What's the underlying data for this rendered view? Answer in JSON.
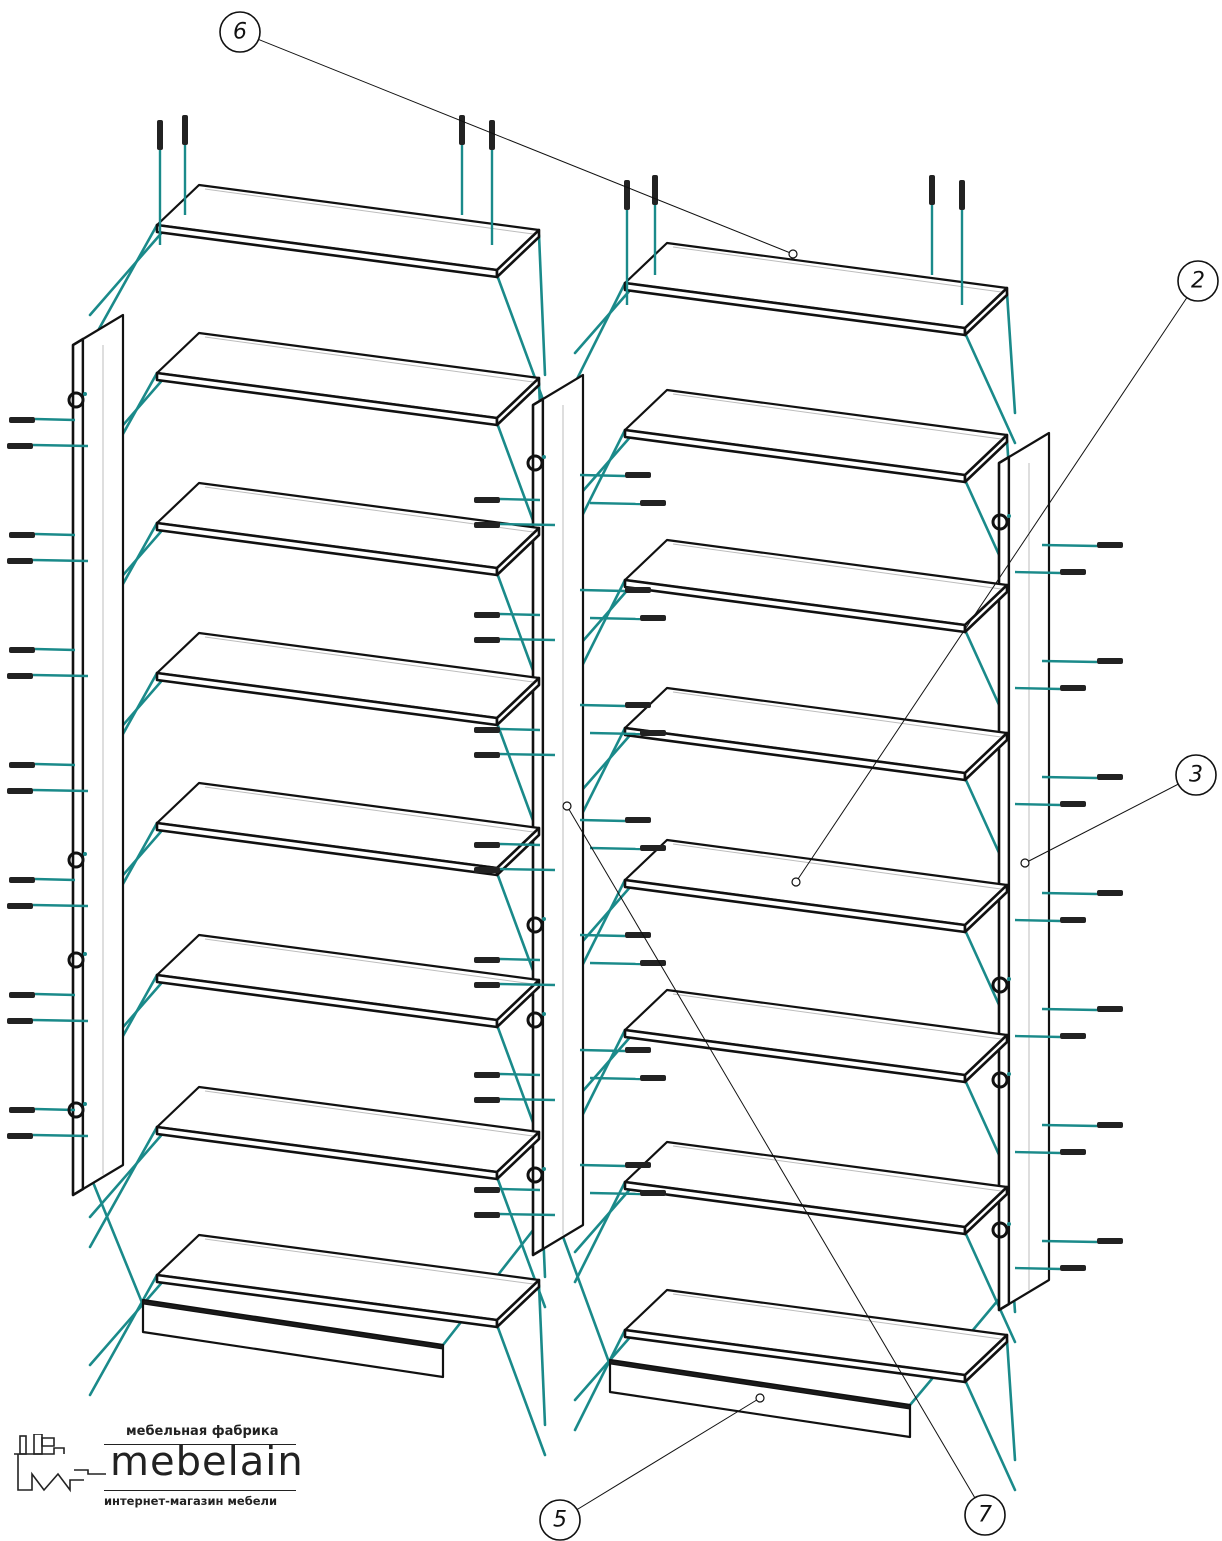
{
  "callouts": [
    {
      "id": "6",
      "label": "6"
    },
    {
      "id": "2",
      "label": "2"
    },
    {
      "id": "3",
      "label": "3"
    },
    {
      "id": "5",
      "label": "5"
    },
    {
      "id": "7",
      "label": "7"
    }
  ],
  "brand": {
    "tagline": "мебельная фабрика",
    "name": "mebelain",
    "subtitle": "интернет-магазин мебели"
  },
  "colors": {
    "connector": "#1a8a8a",
    "outline": "#111111"
  },
  "icons": [
    "screw-icon",
    "hinge-icon",
    "brand-logo-icon"
  ]
}
